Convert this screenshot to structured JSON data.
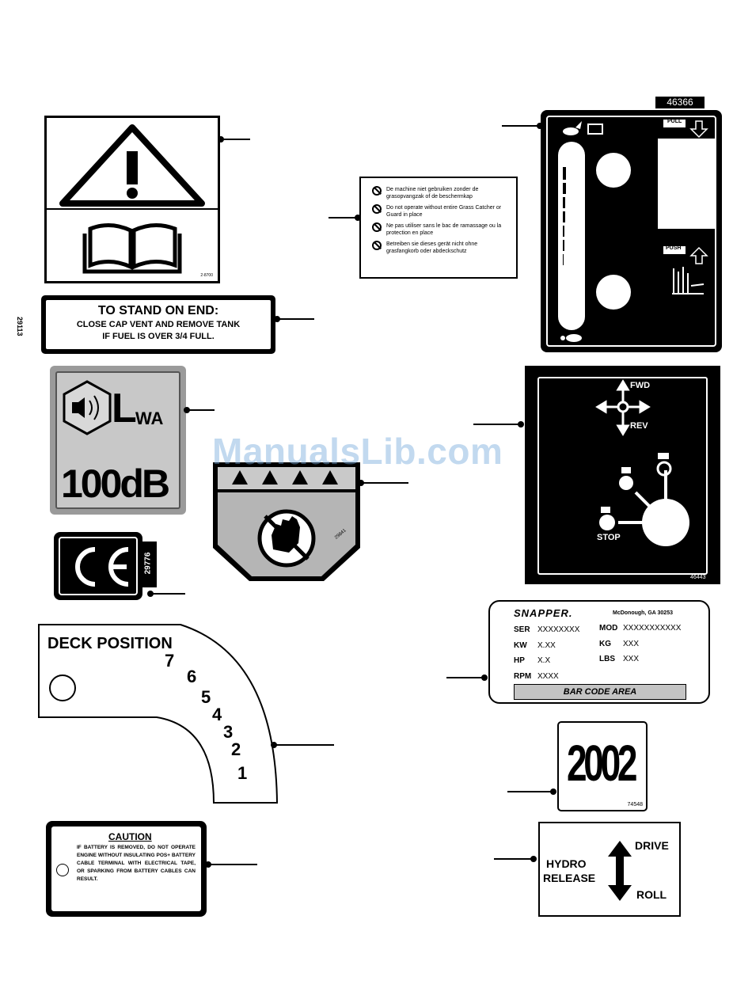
{
  "watermark": "ManualsLib.com",
  "labels": {
    "warning_book": {
      "code": "2-8700"
    },
    "stand_on_end": {
      "side_code": "29113",
      "line1": "TO STAND ON END:",
      "line2": "CLOSE CAP VENT AND REMOVE TANK",
      "line3": "IF FUEL IS OVER 3/4 FULL."
    },
    "multilingual": {
      "items": [
        "De machine niet gebruiken zonder de grasopvangzak of de beschermkap",
        "Do not operate without entire Grass Catcher or Guard in place",
        "Ne pas utiliser sans le bac de ramassage ou la protection en place",
        "Betreiben sie dieses gerät nicht ohne grasfangkorb oder abdeckschutz"
      ]
    },
    "throttle_panel": {
      "part_number": "46366",
      "pull": "PULL",
      "push": "PUSH"
    },
    "noise": {
      "lwa_l": "L",
      "lwa_sub": "WA",
      "db": "100dB"
    },
    "hazard": {
      "code": "29841"
    },
    "ce": {
      "mark": "CE",
      "code": "29776"
    },
    "shift_panel": {
      "fwd": "FWD",
      "rev": "REV",
      "stop": "STOP",
      "code": "46443"
    },
    "deck_position": {
      "title": "DECK POSITION",
      "numbers": [
        "7",
        "6",
        "5",
        "4",
        "3",
        "2",
        "1"
      ]
    },
    "serial_plate": {
      "brand": "SNAPPER.",
      "location": "McDonough, GA 30253",
      "ser_label": "SER",
      "ser_value": "XXXXXXXX",
      "mod_label": "MOD",
      "mod_value": "XXXXXXXXXXX",
      "kw_label": "KW",
      "kw_value": "X.XX",
      "kg_label": "KG",
      "kg_value": "XXX",
      "hp_label": "HP",
      "hp_value": "X.X",
      "lbs_label": "LBS",
      "lbs_value": "XXX",
      "rpm_label": "RPM",
      "rpm_value": "XXXX",
      "barcode": "BAR CODE AREA"
    },
    "year": {
      "value": "2002",
      "code": "74548"
    },
    "caution": {
      "title": "CAUTION",
      "text": "IF BATTERY IS REMOVED, DO NOT OPERATE ENGINE WITHOUT INSULATING POS+ BATTERY CABLE TERMINAL WITH ELECTRICAL TAPE, OR SPARKING FROM BATTERY CABLES CAN RESULT."
    },
    "hydro": {
      "line1": "HYDRO",
      "line2": "RELEASE",
      "drive": "DRIVE",
      "roll": "ROLL"
    }
  }
}
